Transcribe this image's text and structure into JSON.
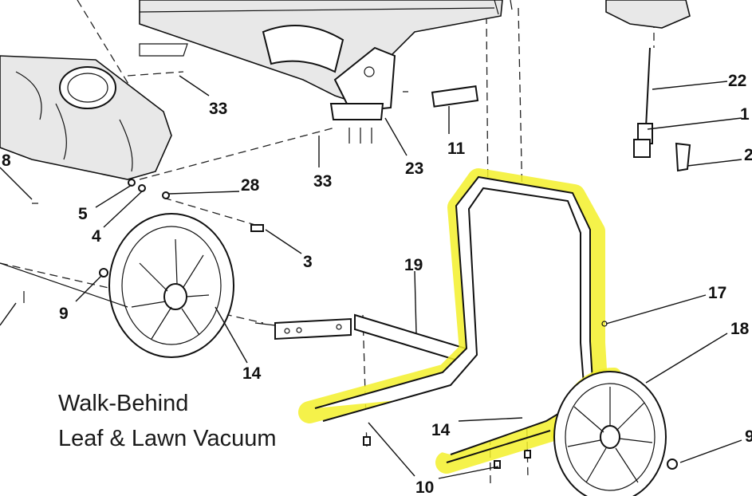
{
  "caption": {
    "line1": "Walk-Behind",
    "line2": "Leaf & Lawn Vacuum"
  },
  "callouts": {
    "c33a": "33",
    "c33b": "33",
    "c23": "23",
    "c11": "11",
    "c22": "22",
    "c1": "1",
    "c2": "2",
    "c8": "8",
    "c5": "5",
    "c4": "4",
    "c28": "28",
    "c3": "3",
    "c19": "19",
    "c17": "17",
    "c18": "18",
    "c9a": "9",
    "c9b": "9",
    "c14a": "14",
    "c14b": "14",
    "c10": "10"
  },
  "highlight_color": "#f3f02a"
}
